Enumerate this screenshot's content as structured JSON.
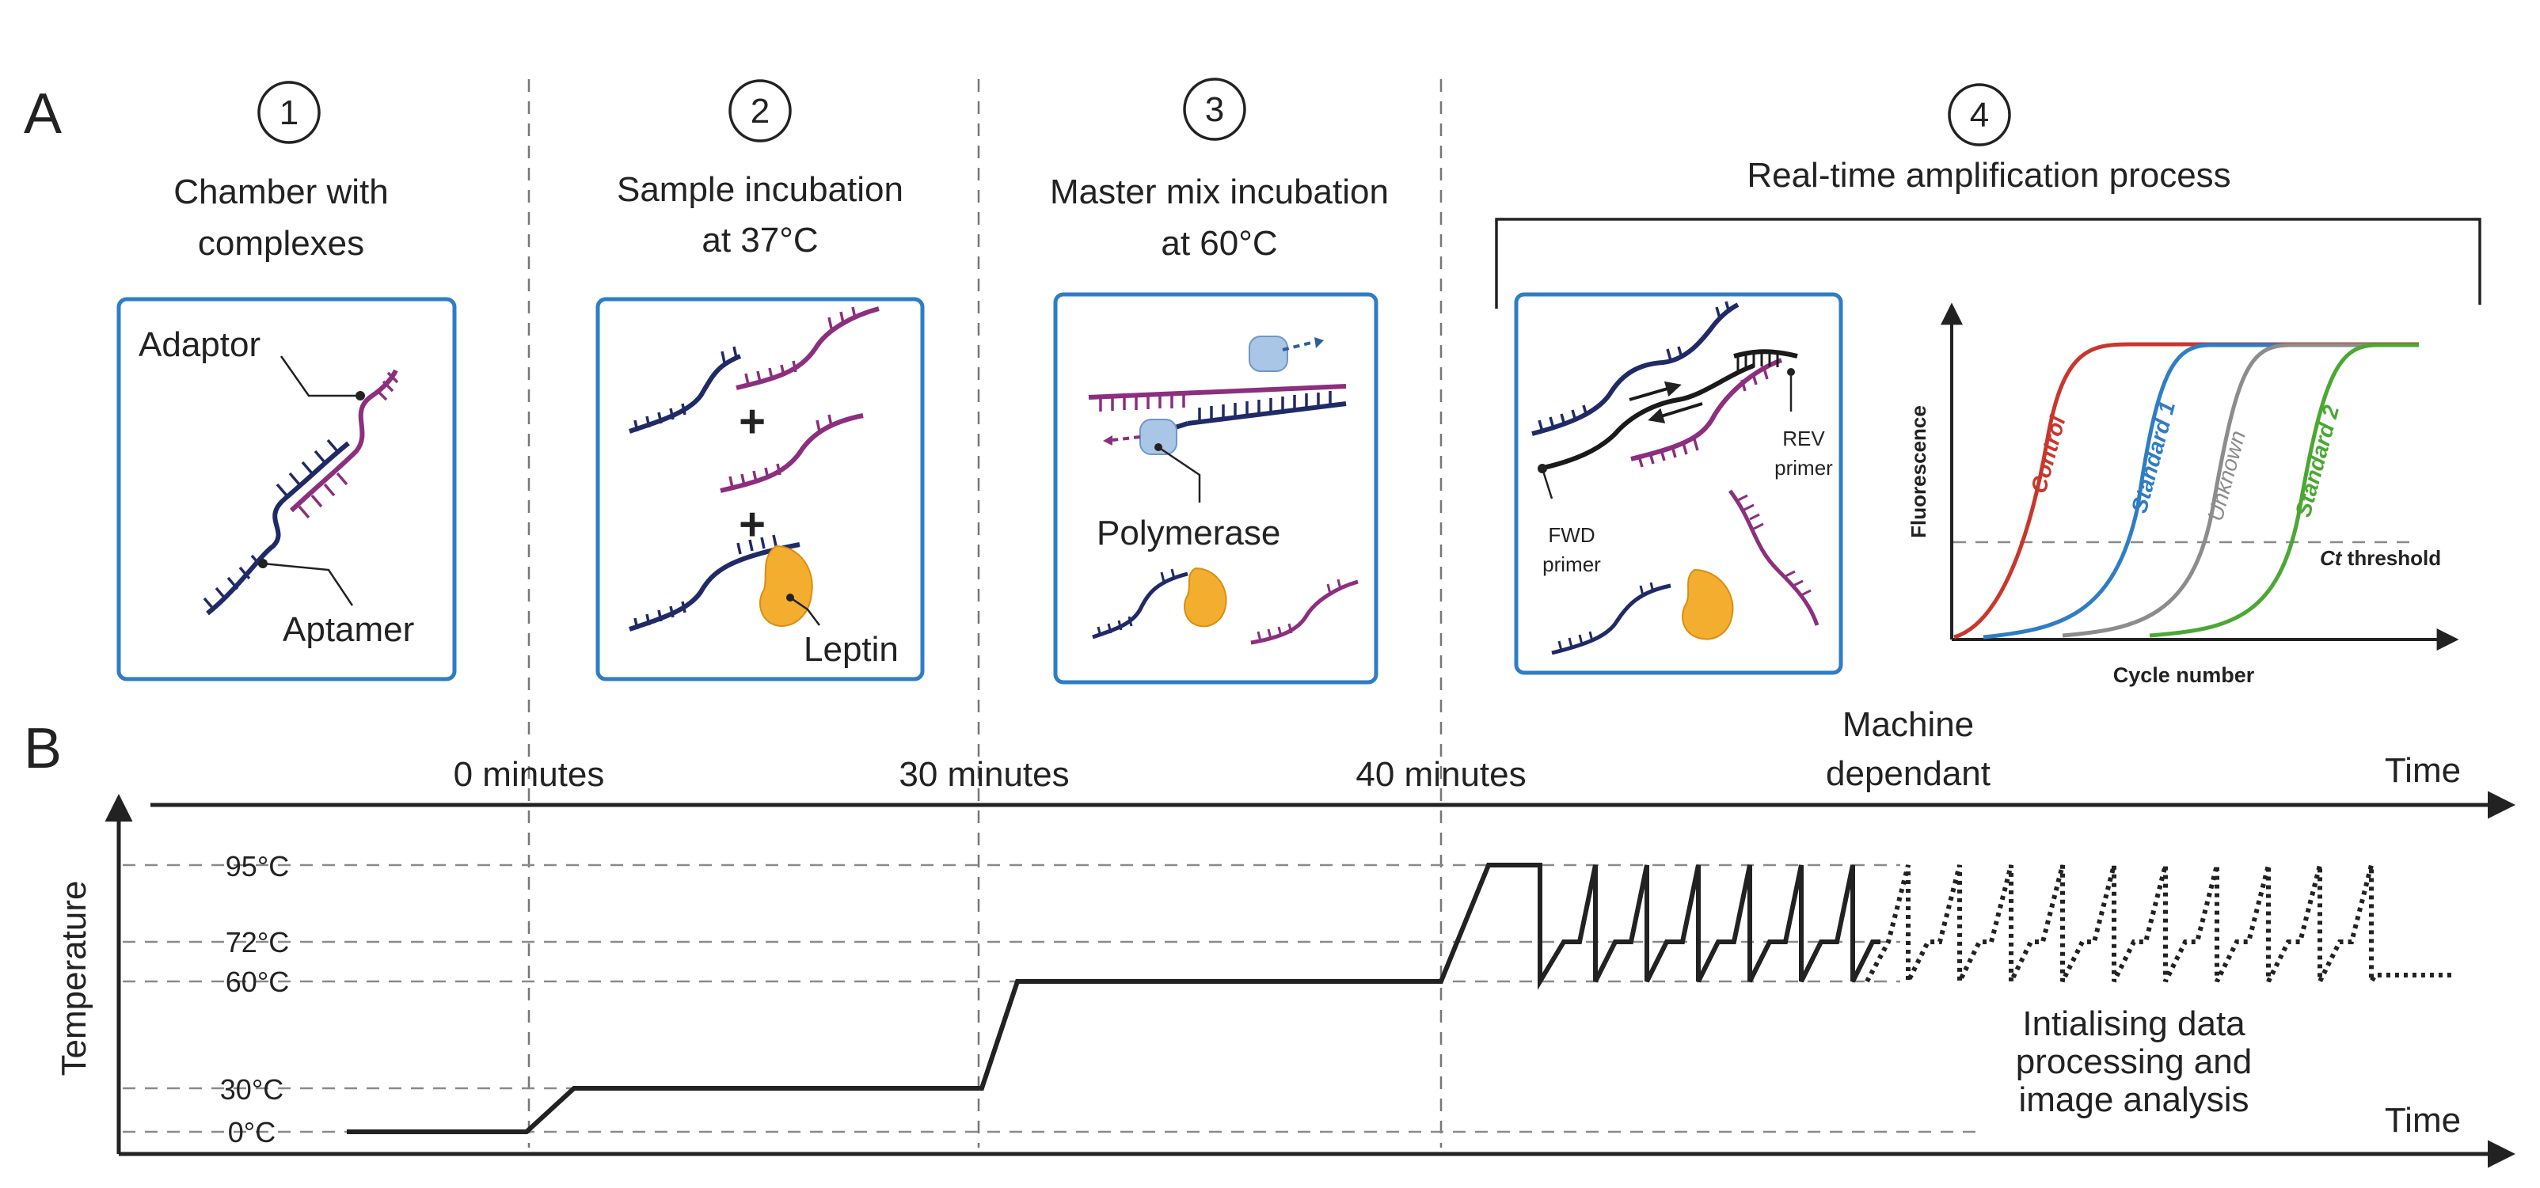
{
  "panel_a": {
    "letter": "A",
    "steps": [
      {
        "number": "1",
        "title_line1": "Chamber with",
        "title_line2": "complexes"
      },
      {
        "number": "2",
        "title_line1": "Sample incubation",
        "title_line2": "at 37°C"
      },
      {
        "number": "3",
        "title_line1": "Master mix incubation",
        "title_line2": "at 60°C"
      },
      {
        "number": "4",
        "title_line1": "Real-time amplification process"
      }
    ],
    "step1": {
      "adaptor": "Adaptor",
      "aptamer": "Aptamer"
    },
    "step2": {
      "plus": "+",
      "leptin": "Leptin"
    },
    "step3": {
      "polymerase": "Polymerase"
    },
    "step4": {
      "fwd_line1": "FWD",
      "fwd_line2": "primer",
      "rev_line1": "REV",
      "rev_line2": "primer"
    },
    "qpcr": {
      "ylabel": "Fluorescence",
      "xlabel": "Cycle number",
      "threshold_em": "Ct",
      "threshold_rest": " threshold",
      "curves": [
        {
          "name": "Control",
          "color": "#c8372d"
        },
        {
          "name": "Standard 1",
          "color": "#2f7dc4"
        },
        {
          "name": "Unknown",
          "color": "#8c8c8c"
        },
        {
          "name": "Standard 2",
          "color": "#4aa833"
        }
      ]
    }
  },
  "panel_b": {
    "letter": "B",
    "time_label": "Time",
    "time_label_bottom": "Time",
    "ylabel": "Temperature",
    "time_marks": [
      "0 minutes",
      "30 minutes",
      "40 minutes"
    ],
    "machine_line1": "Machine",
    "machine_line2": "dependant",
    "temps": [
      "95°C",
      "72°C",
      "60°C",
      "30°C",
      "0°C"
    ],
    "note_line1": "Intialising data",
    "note_line2": "processing and",
    "note_line3": "image analysis"
  }
}
